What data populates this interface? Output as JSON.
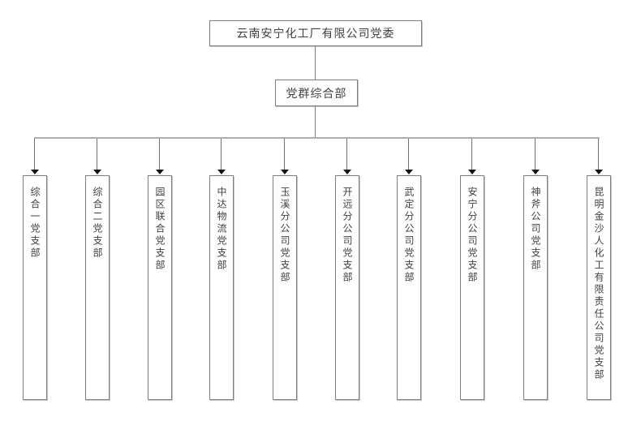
{
  "org": {
    "root_label": "云南安宁化工厂有限公司党委",
    "dept_label": "党群综合部",
    "branches": [
      {
        "label": "综合一党支部"
      },
      {
        "label": "综合二党支部"
      },
      {
        "label": "园区联合党支部"
      },
      {
        "label": "中达物流党支部"
      },
      {
        "label": "玉溪分公司党支部"
      },
      {
        "label": "开远分公司党支部"
      },
      {
        "label": "武定分公司党支部"
      },
      {
        "label": "安宁分公司党支部"
      },
      {
        "label": "神斧公司党支部"
      },
      {
        "label": "昆明金沙人化工有限责任公司党支部"
      }
    ],
    "colors": {
      "background": "#ffffff",
      "box_border": "#7f7f7f",
      "box_shadow": "#c6c6c6",
      "text": "#404040",
      "connector_line": "#7a7a7a",
      "bus_line": "#aeaeae",
      "drop_line": "#6e6e6e",
      "arrow": "#141414"
    }
  }
}
